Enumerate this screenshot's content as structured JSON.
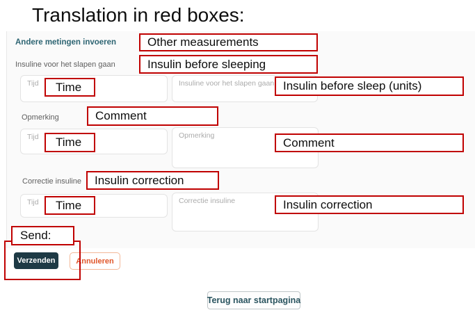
{
  "title": "Translation in red boxes:",
  "form": {
    "link_other_measurements": "Andere metingen invoeren",
    "section_insulin_before_sleep": "Insuline voor het slapen gaan",
    "section_comment": "Opmerking",
    "section_insulin_correction": "Correctie insuline",
    "fields": {
      "time1_placeholder": "Tijd",
      "insulin_before_sleep_placeholder": "Insuline voor het slapen gaan (eh)",
      "time2_placeholder": "Tijd",
      "comment_placeholder": "Opmerking",
      "time3_placeholder": "Tijd",
      "insulin_correction_placeholder": "Correctie insuline"
    },
    "buttons": {
      "submit": "Verzenden",
      "cancel": "Annuleren",
      "back": "Terug naar startpagina"
    }
  },
  "annotations": {
    "other_measurements": "Other measurements",
    "insulin_before_sleeping": "Insulin before sleeping",
    "time_row1": "Time",
    "insulin_before_sleep_units": "Insulin before sleep (units)",
    "comment_section": "Comment",
    "time_row2": "Time",
    "comment_field": "Comment",
    "insulin_correction_section": "Insulin correction",
    "time_row3": "Time",
    "insulin_correction_field": "Insulin correction",
    "send": "Send:"
  },
  "colors": {
    "annotation_red": "#c00000",
    "submit_teal": "#1e3a45",
    "cancel_orange": "#e0562a",
    "link_teal": "#2e6573",
    "panel_bg": "#fafafa"
  }
}
